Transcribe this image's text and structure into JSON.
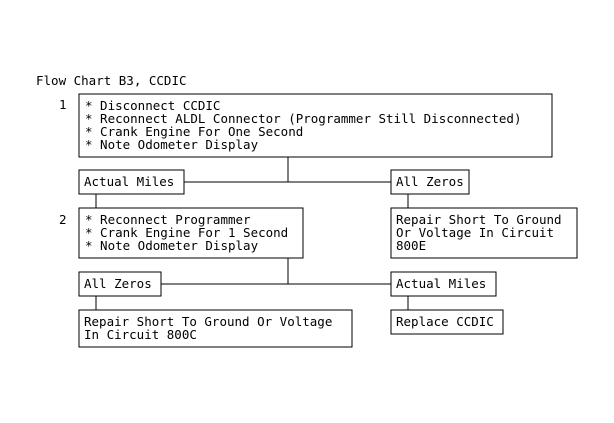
{
  "title": "Flow Chart B3, CCDIC",
  "steps": [
    {
      "number": "1",
      "lines": [
        "* Disconnect CCDIC",
        "* Reconnect ALDL Connector (Programmer Still Disconnected)",
        "* Crank Engine For One Second",
        "* Note Odometer Display"
      ]
    },
    {
      "number": "2",
      "lines": [
        "* Reconnect Programmer",
        "* Crank Engine For 1 Second",
        "* Note Odometer Display"
      ]
    }
  ],
  "outcomes": {
    "step1_left": "Actual Miles",
    "step1_right": "All Zeros",
    "step2_left": "All Zeros",
    "step2_right": "Actual Miles"
  },
  "actions": {
    "repair_800e": [
      "Repair Short To Ground",
      "Or Voltage In Circuit",
      "800E"
    ],
    "repair_800c": [
      "Repair Short To Ground Or Voltage",
      "In Circuit 800C"
    ],
    "replace": [
      "Replace CCDIC"
    ]
  }
}
